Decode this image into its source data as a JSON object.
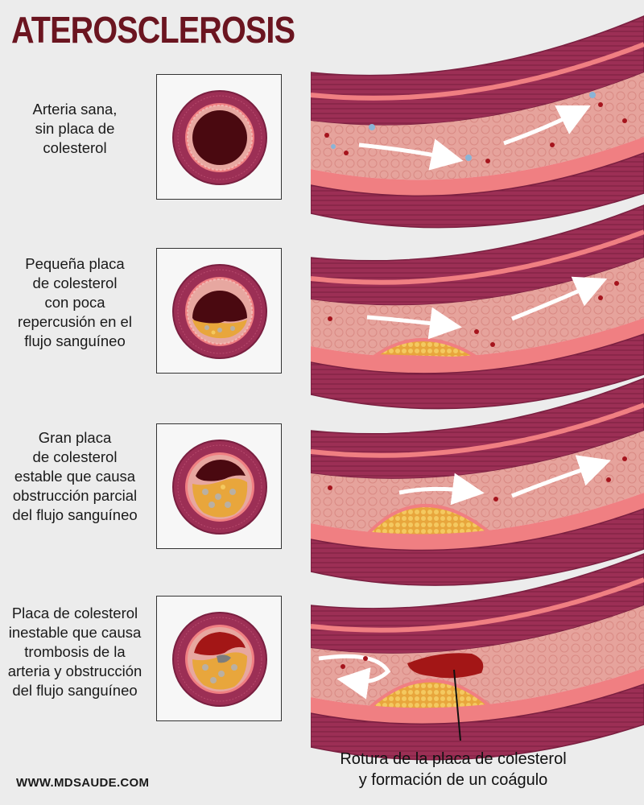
{
  "title": "ATEROSCLEROSIS",
  "stages": [
    {
      "lines": [
        "Arteria sana,",
        "sin placa de",
        "colesterol"
      ]
    },
    {
      "lines": [
        "Pequeña placa",
        "de colesterol",
        "con poca",
        "repercusión en el",
        "flujo sanguíneo"
      ]
    },
    {
      "lines": [
        "Gran placa",
        "de colesterol",
        "estable que causa",
        "obstrucción parcial",
        "del flujo sanguíneo"
      ]
    },
    {
      "lines": [
        "Placa de colesterol",
        "inestable que causa",
        "trombosis de la",
        "arteria y obstrucción",
        "del flujo sanguíneo"
      ]
    }
  ],
  "caption": {
    "lines": [
      "Rotura de la placa de colesterol",
      "y formación de un coágulo"
    ]
  },
  "footer": "WWW.MDSAUDE.COM",
  "colors": {
    "title": "#6b1520",
    "muscle": "#9c2f55",
    "muscle_dark": "#7a1f40",
    "membrane": "#f07f82",
    "intima": "#e7a7a0",
    "lumen": "#4a0910",
    "plaque": "#e8a63c",
    "clot": "#a31616",
    "blood_cell": "#a5141d"
  }
}
